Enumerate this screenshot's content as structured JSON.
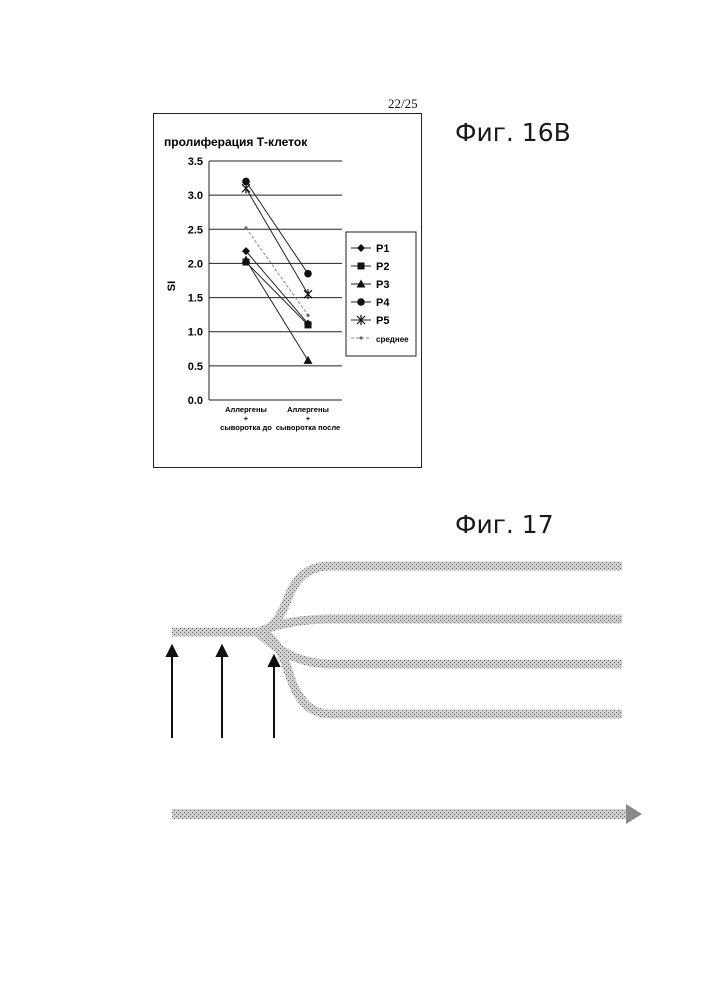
{
  "page_number": "22/25",
  "fig16b": {
    "title": "Фиг. 16В",
    "chart_data": {
      "type": "line",
      "title": "пролиферация Т-клеток",
      "xlabel": "",
      "ylabel": "SI",
      "categories": [
        "Аллергены + сыворотка до",
        "Аллергены + сыворотка после"
      ],
      "category_lines": [
        [
          "Аллергены",
          "+",
          "сыворотка до"
        ],
        [
          "Аллергены",
          "+",
          "сыворотка после"
        ]
      ],
      "yticks": [
        "0.0",
        "0.5",
        "1.0",
        "1.5",
        "2.0",
        "2.5",
        "3.0",
        "3.5"
      ],
      "ylim": [
        0,
        3.5
      ],
      "grid": true,
      "legend_position": "right",
      "series": [
        {
          "name": "P1",
          "values": [
            2.18,
            1.12
          ],
          "marker": "diamond",
          "dash": ""
        },
        {
          "name": "P2",
          "values": [
            2.02,
            1.1
          ],
          "marker": "square",
          "dash": ""
        },
        {
          "name": "P3",
          "values": [
            2.05,
            0.58
          ],
          "marker": "triangle",
          "dash": ""
        },
        {
          "name": "P4",
          "values": [
            3.2,
            1.85
          ],
          "marker": "circle",
          "dash": ""
        },
        {
          "name": "P5",
          "values": [
            3.1,
            1.55
          ],
          "marker": "star",
          "dash": ""
        },
        {
          "name": "среднее",
          "values": [
            2.52,
            1.24
          ],
          "marker": "dot",
          "dash": "3 2"
        }
      ]
    }
  },
  "fig17": {
    "title": "Фиг. 17"
  }
}
